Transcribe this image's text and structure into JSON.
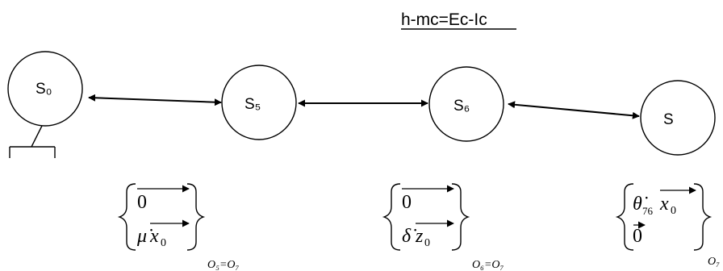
{
  "title": "h-mc=Ec-Ic",
  "nodes": [
    {
      "id": "S0",
      "label": "S₀"
    },
    {
      "id": "S5",
      "label": "S₅"
    },
    {
      "id": "S6",
      "label": "S₆"
    },
    {
      "id": "S",
      "label": "S"
    }
  ],
  "links": [
    {
      "from": "S0",
      "to": "S5"
    },
    {
      "from": "S5",
      "to": "S6"
    },
    {
      "from": "S6",
      "to": "S"
    }
  ],
  "torsors": [
    {
      "top": "0",
      "bottom_symbol": "μ̇",
      "bottom_vector": "x",
      "bottom_sub": "0",
      "point": "O₅=O₇"
    },
    {
      "top": "0",
      "bottom_symbol": "δ̇",
      "bottom_vector": "z",
      "bottom_sub": "0",
      "point": "O₆=O₇"
    },
    {
      "top_symbol": "θ̇",
      "top_sub": "76",
      "top_vector": "x",
      "top_vector_sub": "0",
      "bottom": "0",
      "point": "O₇"
    }
  ]
}
